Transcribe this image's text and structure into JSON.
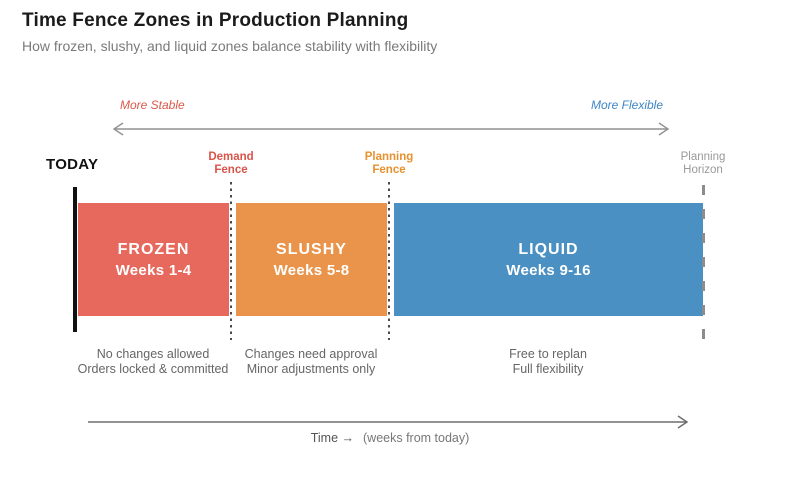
{
  "header": {
    "title": "Time Fence Zones in Production Planning",
    "subtitle": "How frozen, slushy, and liquid zones balance stability with flexibility"
  },
  "flex_axis": {
    "left_label": "More Stable",
    "right_label": "More Flexible",
    "left_color": "#d9584a",
    "right_color": "#3d85c6"
  },
  "markers": {
    "today": "TODAY",
    "demand_fence": {
      "line1": "Demand",
      "line2": "Fence",
      "color": "#d9544a"
    },
    "planning_fence": {
      "line1": "Planning",
      "line2": "Fence",
      "color": "#e8912f"
    },
    "planning_horizon": {
      "line1": "Planning",
      "line2": "Horizon",
      "color": "#999999"
    }
  },
  "zones": [
    {
      "name": "FROZEN",
      "weeks": "Weeks 1-4",
      "color": "#e7695d",
      "desc_line1": "No changes allowed",
      "desc_line2": "Orders locked & committed"
    },
    {
      "name": "SLUSHY",
      "weeks": "Weeks 5-8",
      "color": "#e9944a",
      "desc_line1": "Changes need approval",
      "desc_line2": "Minor adjustments only"
    },
    {
      "name": "LIQUID",
      "weeks": "Weeks 9-16",
      "color": "#4a90c2",
      "desc_line1": "Free to replan",
      "desc_line2": "Full flexibility"
    }
  ],
  "time_axis": {
    "label": "Time →",
    "sublabel": "(weeks from today)"
  }
}
